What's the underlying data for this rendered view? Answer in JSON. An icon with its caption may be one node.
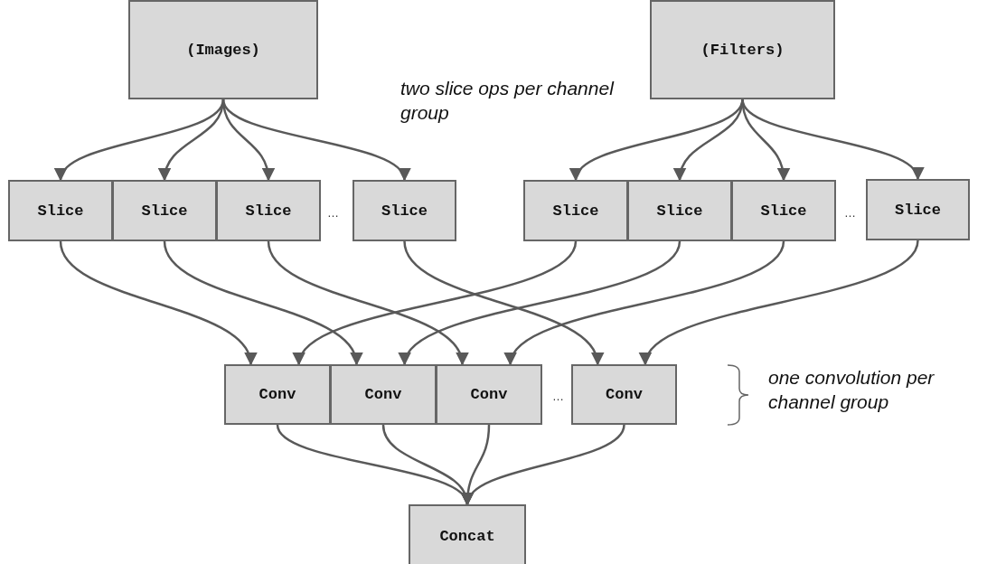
{
  "diagram": {
    "nodes": [
      {
        "text": [
          "(Images)"
        ]
      },
      {
        "text": [
          "(Filters)"
        ]
      },
      {
        "text": [
          "Slice"
        ]
      },
      {
        "text": [
          "Slice"
        ]
      },
      {
        "text": [
          "Slice"
        ]
      },
      {
        "text": [
          "Slice"
        ]
      },
      {
        "text": [
          "Slice"
        ]
      },
      {
        "text": [
          "Slice"
        ]
      },
      {
        "text": [
          "Slice"
        ]
      },
      {
        "text": [
          "Slice"
        ]
      },
      {
        "text": [
          "Conv"
        ]
      },
      {
        "text": [
          "Conv"
        ]
      },
      {
        "text": [
          "Conv"
        ]
      },
      {
        "text": [
          "Conv"
        ]
      },
      {
        "text": [
          "Concat"
        ]
      }
    ],
    "edges": [
      {
        "from": 0,
        "to": 2,
        "arrow": "to"
      },
      {
        "from": 0,
        "to": 3,
        "arrow": "to"
      },
      {
        "from": 0,
        "to": 4,
        "arrow": "to"
      },
      {
        "from": 0,
        "to": 5,
        "arrow": "to"
      },
      {
        "from": 1,
        "to": 6,
        "arrow": "to"
      },
      {
        "from": 1,
        "to": 7,
        "arrow": "to"
      },
      {
        "from": 1,
        "to": 8,
        "arrow": "to"
      },
      {
        "from": 1,
        "to": 9,
        "arrow": "to"
      },
      {
        "from": 2,
        "to": 10,
        "arrow": "to"
      },
      {
        "from": 6,
        "to": 10,
        "arrow": "to"
      },
      {
        "from": 3,
        "to": 11,
        "arrow": "to"
      },
      {
        "from": 7,
        "to": 11,
        "arrow": "to"
      },
      {
        "from": 4,
        "to": 12,
        "arrow": "to"
      },
      {
        "from": 8,
        "to": 12,
        "arrow": "to"
      },
      {
        "from": 5,
        "to": 13,
        "arrow": "to"
      },
      {
        "from": 9,
        "to": 13,
        "arrow": "to"
      },
      {
        "from": 10,
        "to": 14,
        "arrow": "to"
      },
      {
        "from": 11,
        "to": 14,
        "arrow": "to"
      },
      {
        "from": 12,
        "to": 14,
        "arrow": "to"
      },
      {
        "from": 13,
        "to": 14,
        "arrow": "to"
      }
    ],
    "labels": [
      "two slice ops per channel group",
      "…",
      "…",
      "…",
      "one convolution per channel group"
    ]
  }
}
